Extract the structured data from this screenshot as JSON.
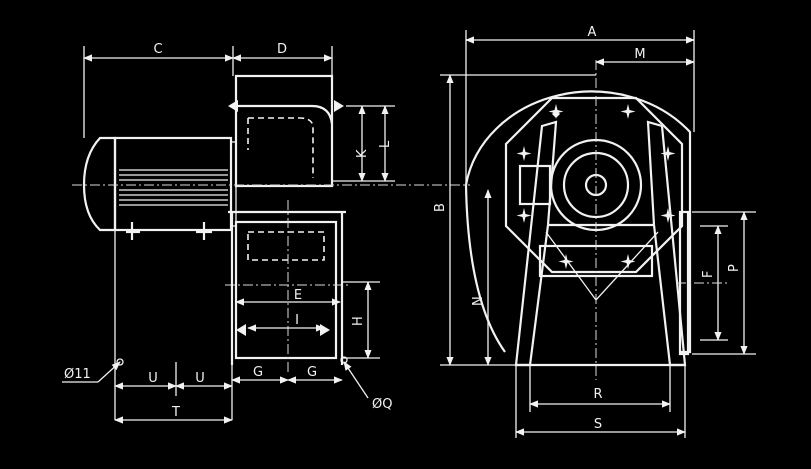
{
  "drawing": {
    "colors": {
      "background": "#000000",
      "line": "#f2f2f2"
    },
    "labels": {
      "A": "A",
      "B": "B",
      "C": "C",
      "D": "D",
      "E": "E",
      "F": "F",
      "G_left": "G",
      "G_right": "G",
      "H": "H",
      "I": "I",
      "K": "K",
      "L": "L",
      "M": "M",
      "N": "N",
      "P": "P",
      "R": "R",
      "S": "S",
      "T": "T",
      "U_left": "U",
      "U_right": "U",
      "O11": "Ø11",
      "OQ": "ØQ"
    }
  }
}
